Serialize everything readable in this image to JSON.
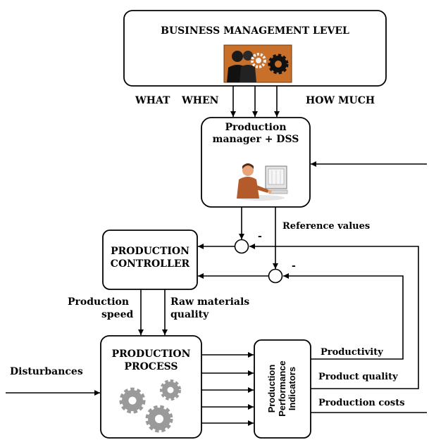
{
  "business": {
    "title": "BUSINESS MANAGEMENT LEVEL"
  },
  "flows": {
    "what": "WHAT",
    "when": "WHEN",
    "how_much": "HOW MUCH"
  },
  "manager": {
    "line1": "Production",
    "line2": "manager + DSS"
  },
  "reference_values": "Reference values",
  "minus_sign": "-",
  "controller": {
    "line1": "PRODUCTION",
    "line2": "CONTROLLER"
  },
  "inputs": {
    "production_speed_1": "Production",
    "production_speed_2": "speed",
    "raw_materials_1": "Raw materials",
    "raw_materials_2": "quality"
  },
  "process": {
    "line1": "PRODUCTION",
    "line2": "PROCESS"
  },
  "disturbances": "Disturbances",
  "ppi": {
    "line1": "Production",
    "line2": "Performance",
    "line3": "Indicators"
  },
  "outputs": {
    "productivity": "Productivity",
    "product_quality": "Product quality",
    "production_costs": "Production costs"
  },
  "colors": {
    "gear_gray": "#9a9a9a",
    "office_bg": "#c8702a",
    "suit": "#b55a2a"
  },
  "icons": [
    "business-people-gear-icon",
    "office-worker-computer-icon",
    "gears-icon"
  ]
}
